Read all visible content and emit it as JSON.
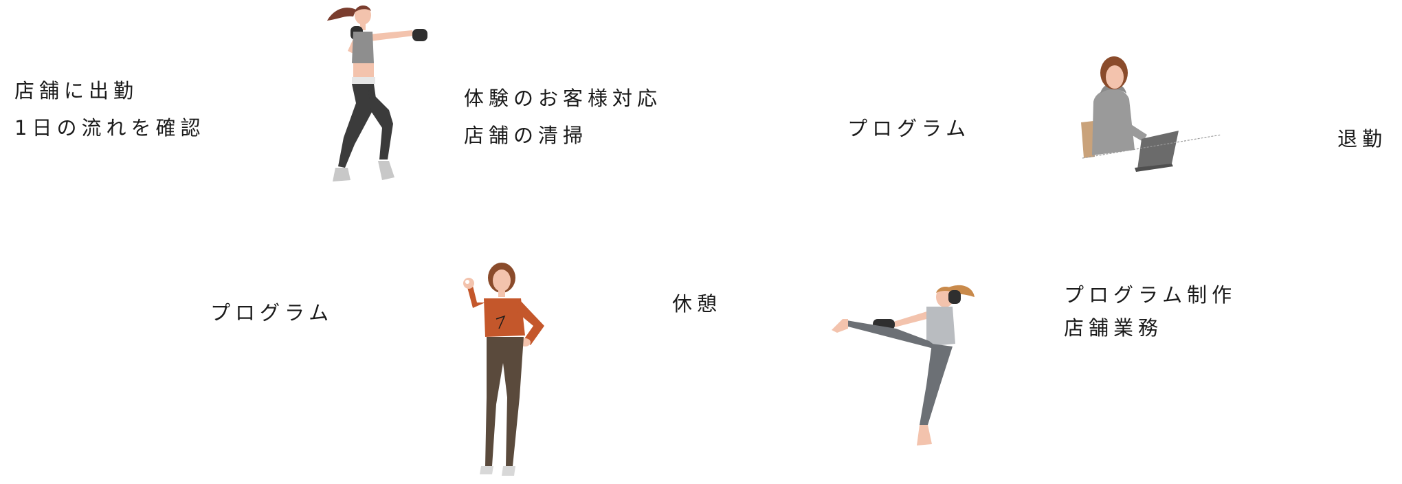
{
  "schedule": {
    "step1": {
      "lines": [
        "店舗に出勤",
        "1日の流れを確認"
      ]
    },
    "step2": {
      "lines": [
        "体験のお客様対応",
        "店舗の清掃"
      ]
    },
    "step3": {
      "lines": [
        "プログラム"
      ]
    },
    "step4": {
      "lines": [
        "退勤"
      ]
    },
    "step5": {
      "lines": [
        "プログラム"
      ]
    },
    "step6": {
      "lines": [
        "休憩"
      ]
    },
    "step7": {
      "lines": [
        "プログラム制作",
        "店舗業務"
      ]
    }
  },
  "illustrations": [
    {
      "name": "boxer-punching-illustration"
    },
    {
      "name": "woman-at-laptop-illustration"
    },
    {
      "name": "woman-ok-gesture-illustration"
    },
    {
      "name": "kickboxer-kicking-illustration"
    }
  ],
  "colors": {
    "text": "#1a1a1a",
    "skin": "#f3c3ad",
    "hair_dark": "#7a3d2e",
    "hair_light": "#c98a4b",
    "leggings_dark": "#3b3b3b",
    "top_gray": "#8e8e8e",
    "glove": "#2f2f2f",
    "hoodie": "#9a9a9a",
    "laptop": "#6b6b6b",
    "orange_top": "#c4572b",
    "brown_pants": "#5a4a3c",
    "kick_top": "#b9bcc0",
    "kick_leggings": "#6c7075"
  }
}
